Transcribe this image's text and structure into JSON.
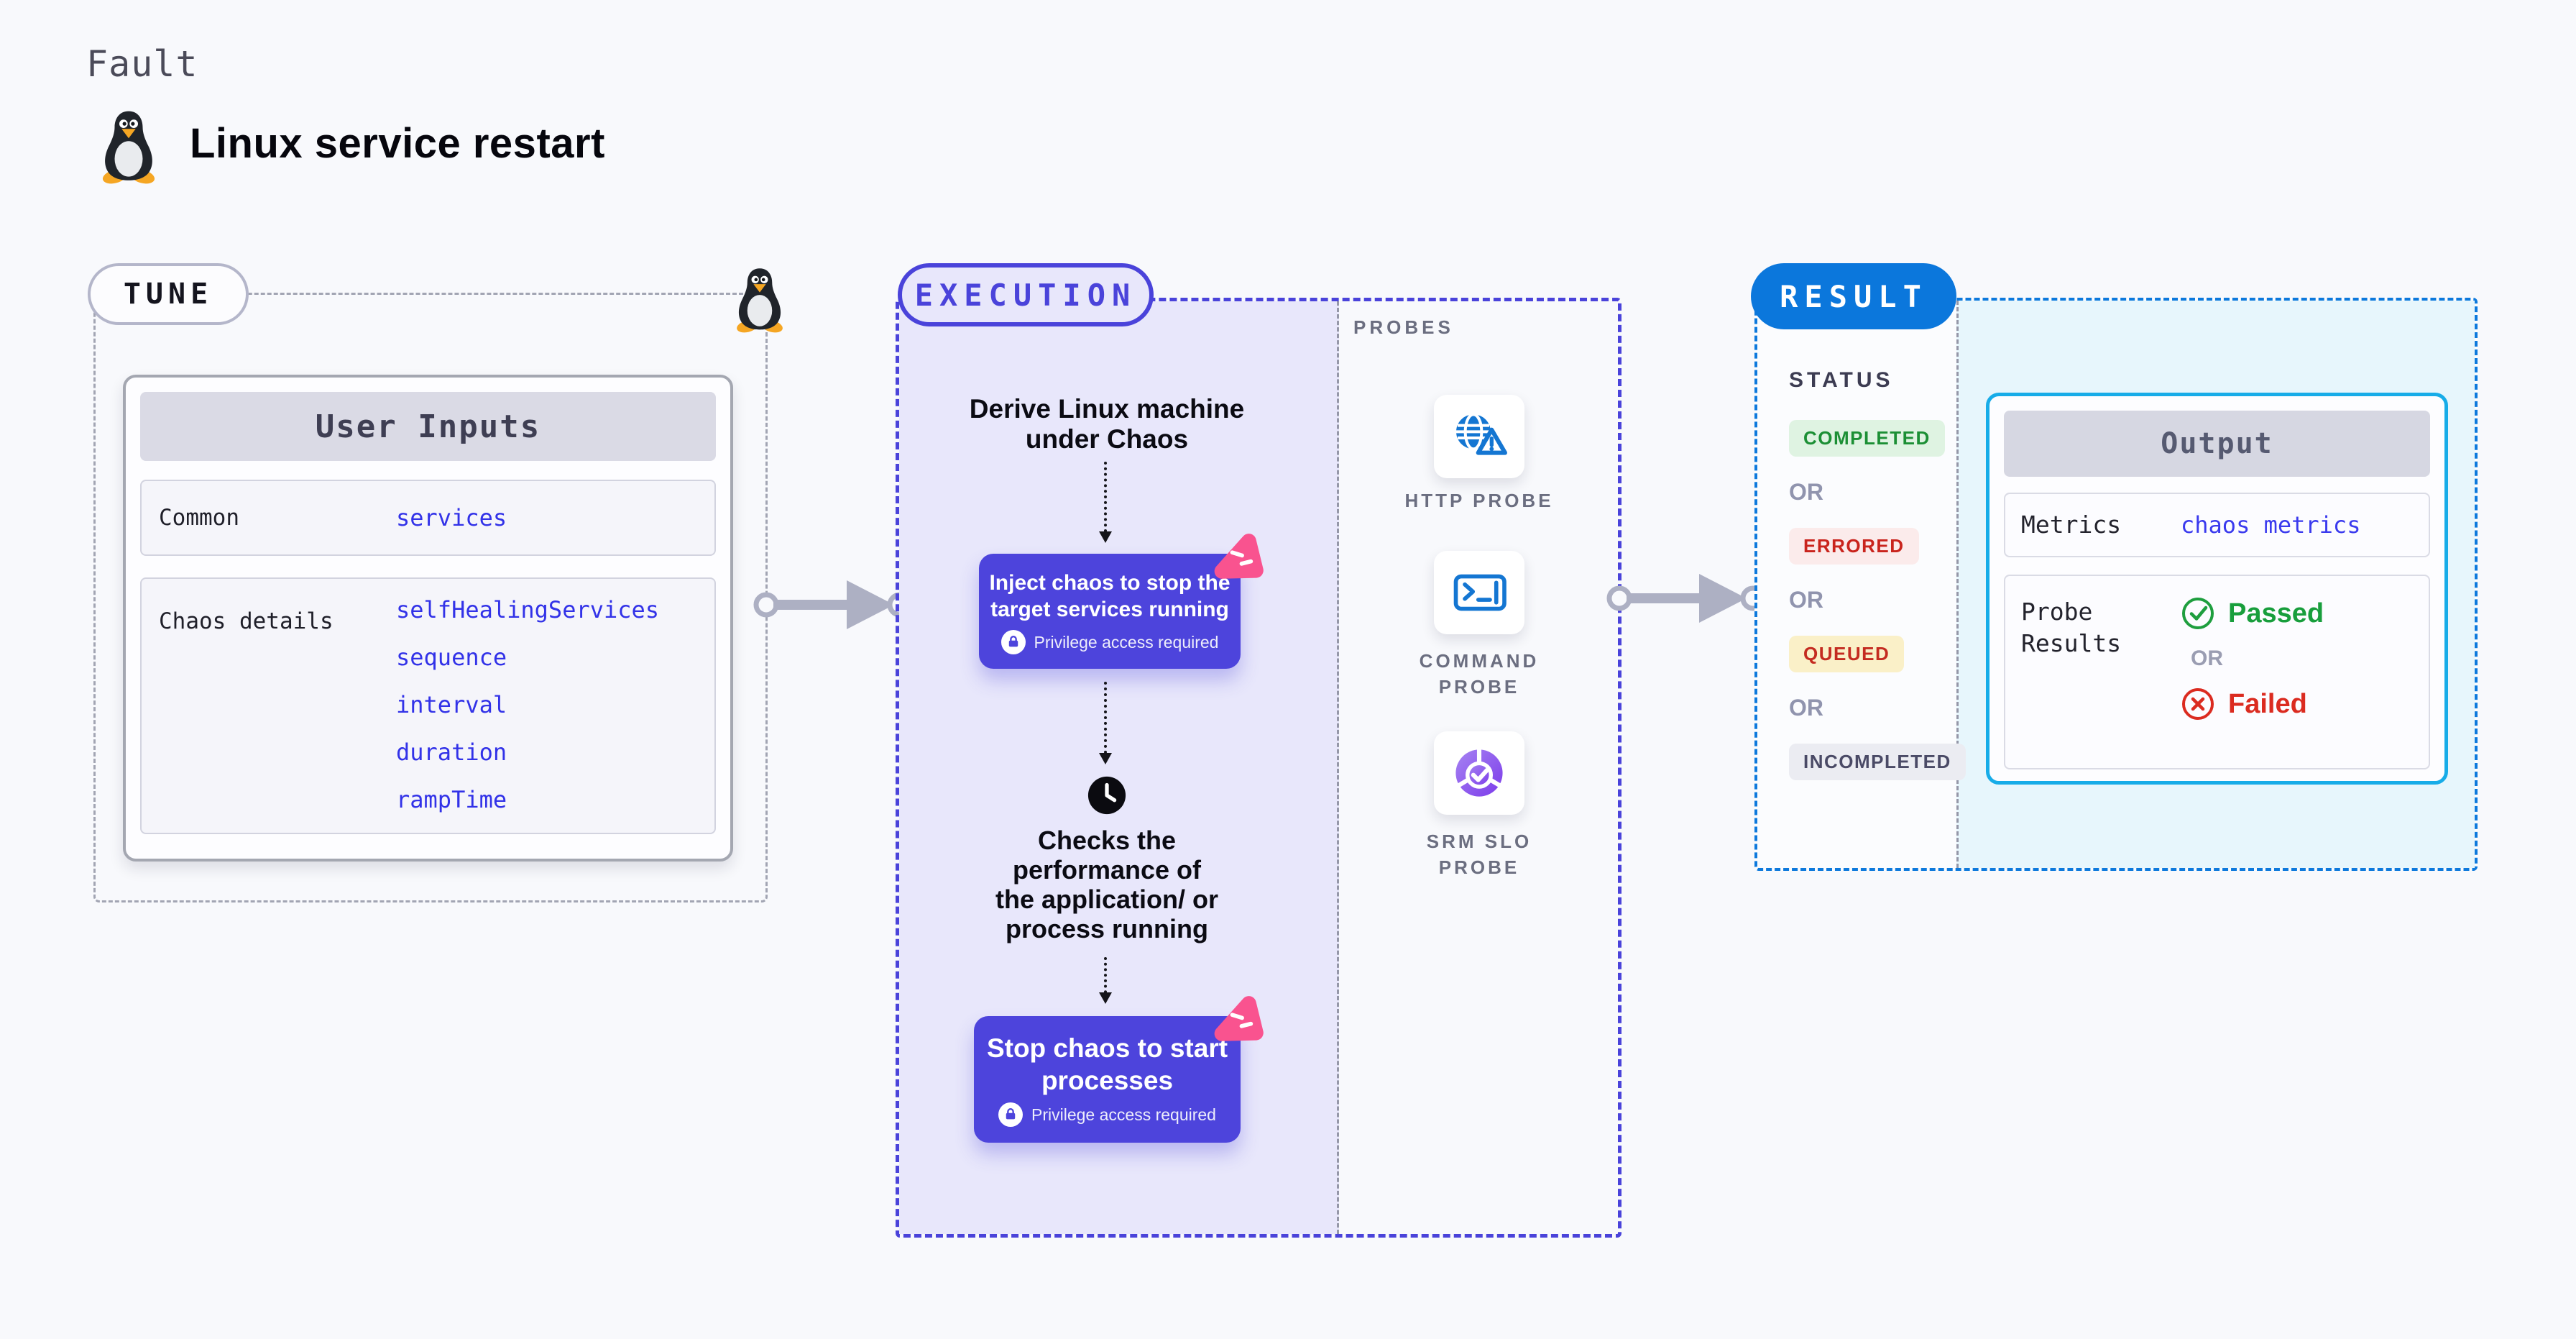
{
  "page": {
    "kicker": "Fault",
    "title": "Linux service restart"
  },
  "tune": {
    "badge": "TUNE",
    "user_inputs": {
      "header": "User Inputs",
      "rows": [
        {
          "label": "Common",
          "values": [
            "services"
          ]
        },
        {
          "label": "Chaos details",
          "values": [
            "selfHealingServices",
            "sequence",
            "interval",
            "duration",
            "rampTime"
          ]
        }
      ]
    }
  },
  "execution": {
    "badge": "EXECUTION",
    "derive_lines": [
      "Derive Linux machine",
      "under Chaos"
    ],
    "inject": {
      "lines": [
        "Inject chaos to stop the",
        "target services running"
      ],
      "privilege": "Privilege access required"
    },
    "checks_lines": [
      "Checks the",
      "performance of",
      "the application/ or",
      "process running"
    ],
    "stop": {
      "lines": [
        "Stop chaos to start",
        "processes"
      ],
      "privilege": "Privilege access required"
    }
  },
  "probes": {
    "title": "PROBES",
    "items": [
      {
        "icon": "globe-alert-icon",
        "lines": [
          "HTTP PROBE"
        ]
      },
      {
        "icon": "terminal-icon",
        "lines": [
          "COMMAND",
          "PROBE"
        ]
      },
      {
        "icon": "slo-donut-icon",
        "lines": [
          "SRM SLO",
          "PROBE"
        ]
      }
    ]
  },
  "result": {
    "badge": "RESULT",
    "status_title": "STATUS",
    "or_label": "OR",
    "statuses": [
      {
        "label": "COMPLETED",
        "text_color": "#1C8F35",
        "bg_color": "#DFF3E2"
      },
      {
        "label": "ERRORED",
        "text_color": "#C9241D",
        "bg_color": "#FBEBEB"
      },
      {
        "label": "QUEUED",
        "text_color": "#C42B20",
        "bg_color": "#FAF0C8"
      },
      {
        "label": "INCOMPLETED",
        "text_color": "#4A4A66",
        "bg_color": "#EBECF2"
      }
    ],
    "output": {
      "header": "Output",
      "metrics_label": "Metrics",
      "metrics_value": "chaos metrics",
      "probe_results_lines": [
        "Probe",
        "Results"
      ],
      "passed": "Passed",
      "or": "OR",
      "failed": "Failed"
    }
  },
  "colors": {
    "execution_indigo": "#4A43DA",
    "step_box_indigo": "#4D44DC",
    "result_blue": "#0B77DC",
    "output_border_cyan": "#17ACE8",
    "chaos_pink": "#F9538F",
    "param_link_blue": "#3232E8",
    "arrow_gray": "#ADB0C3",
    "probe_icon_blue": "#1476D2",
    "passed_green": "#189E3C",
    "failed_red": "#DB2B20"
  }
}
